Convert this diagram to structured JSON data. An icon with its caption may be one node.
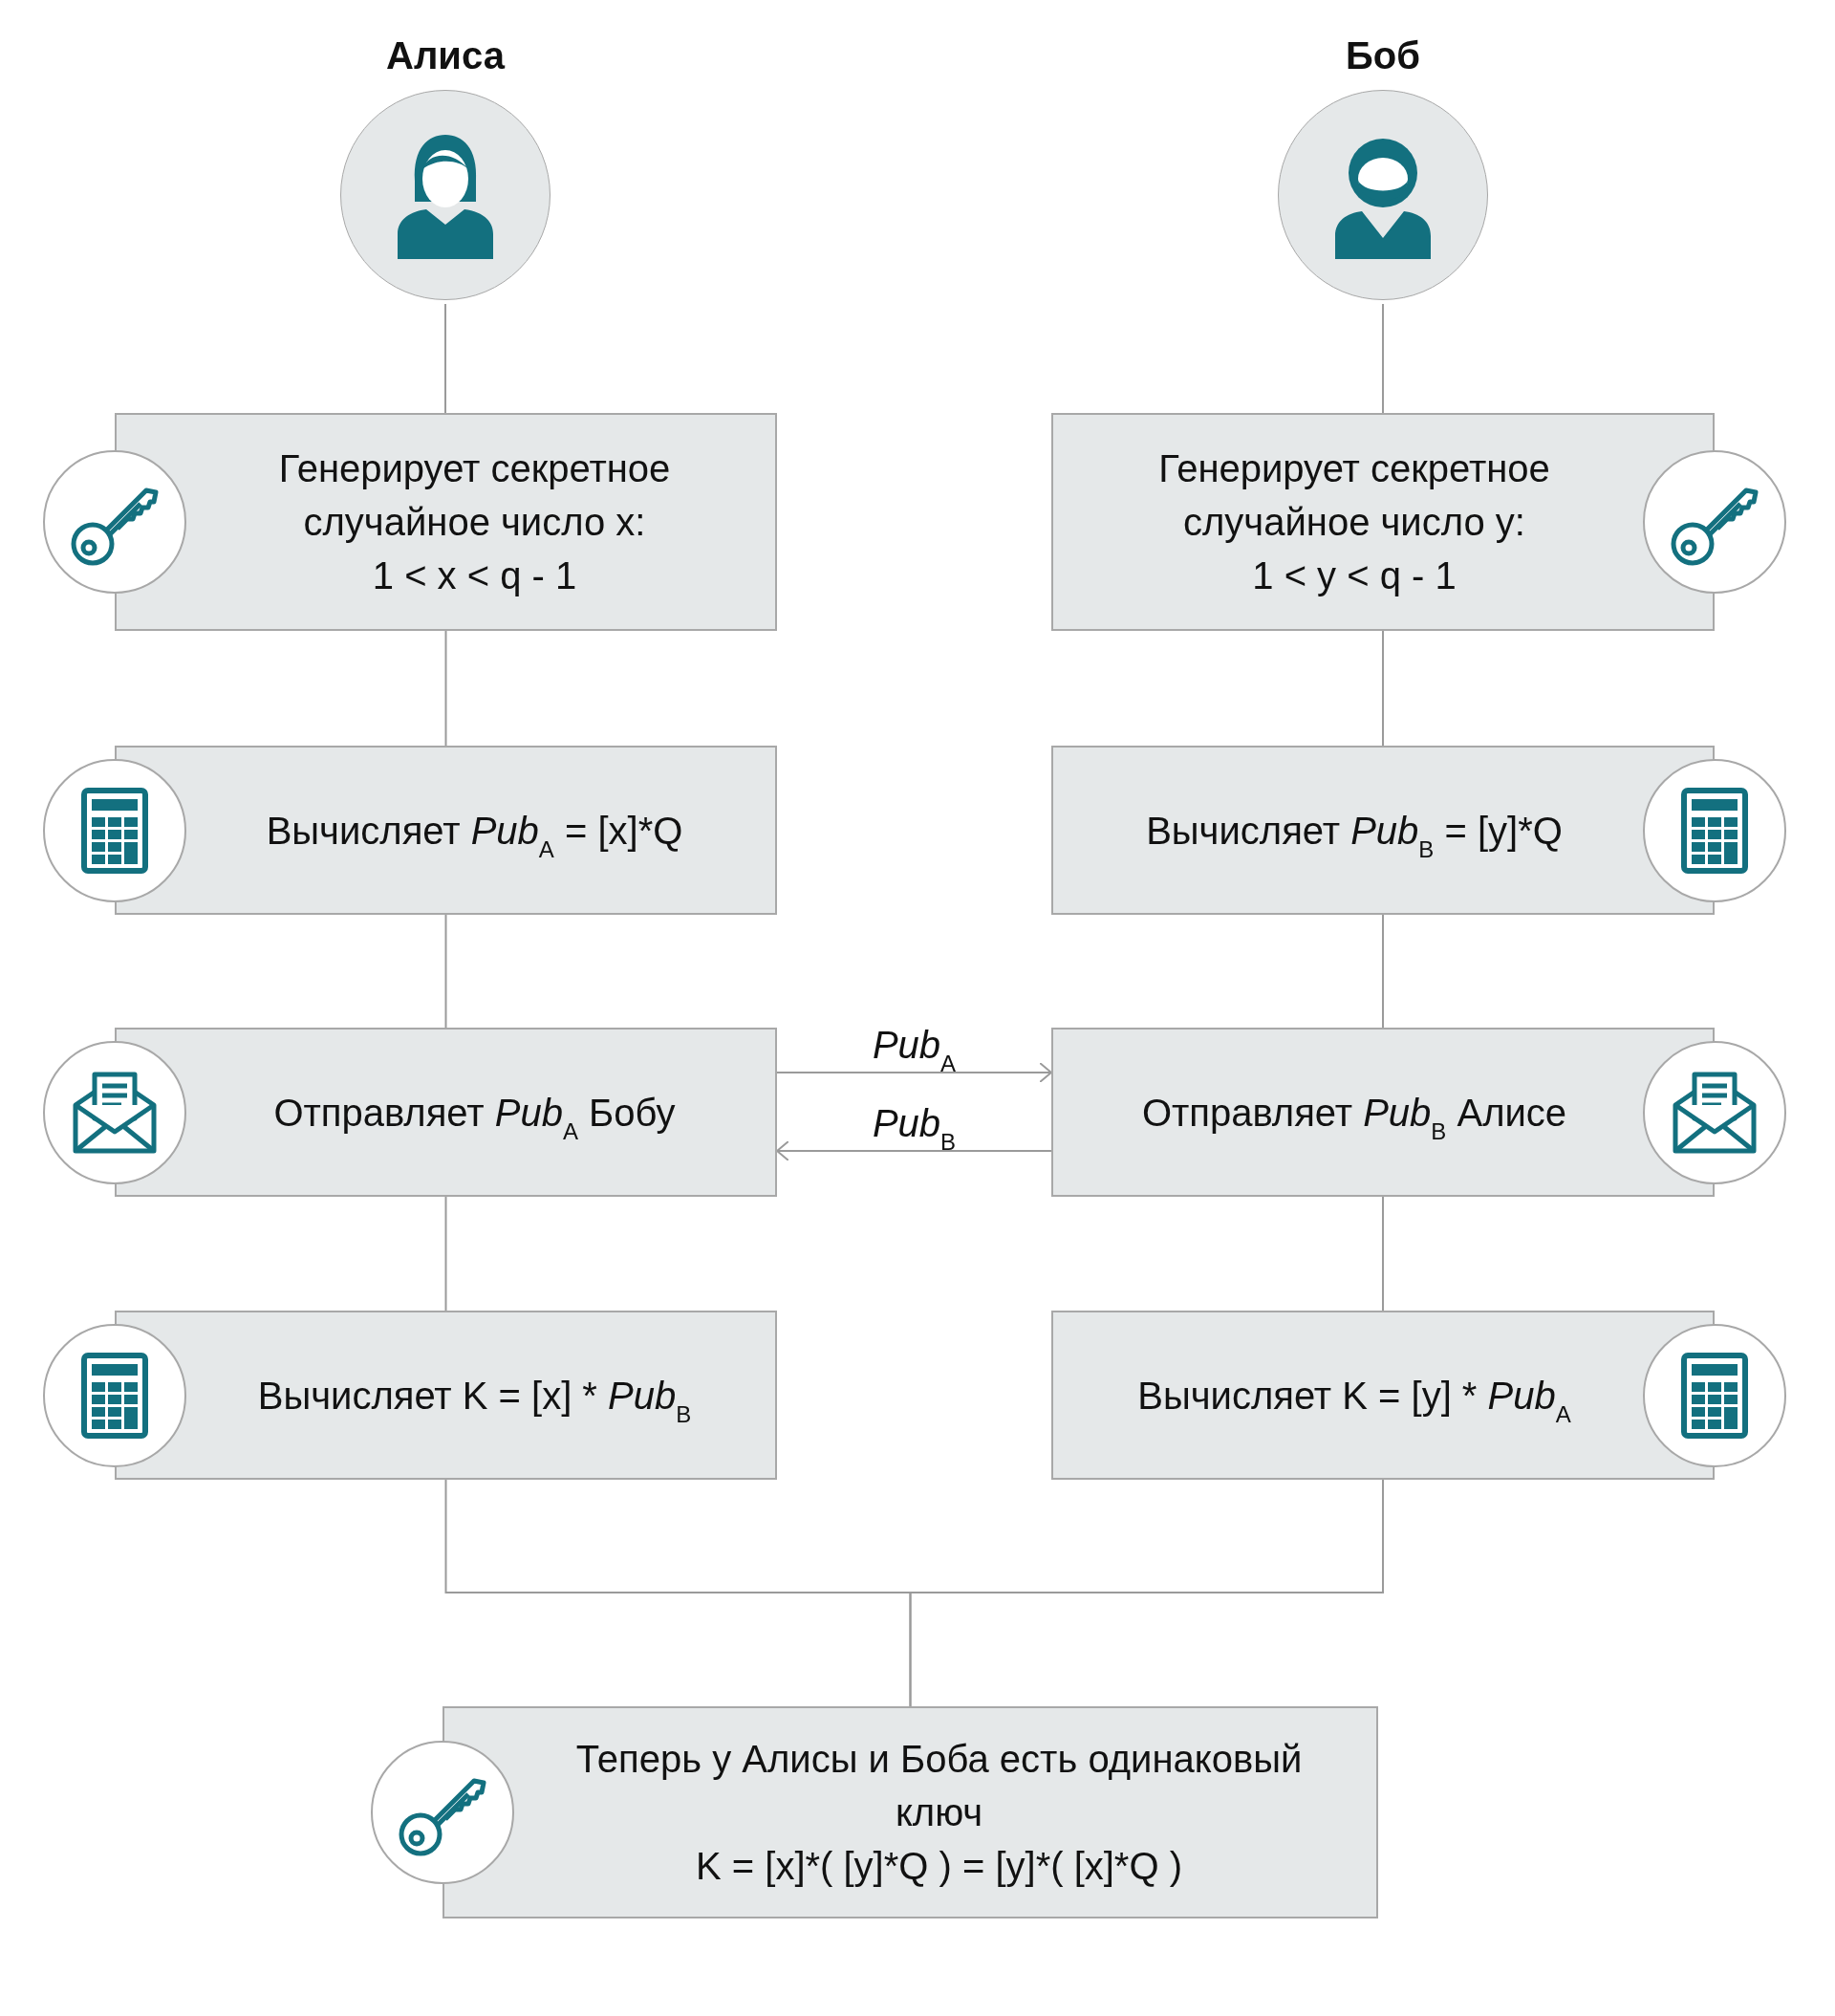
{
  "diagram": {
    "nodes": [
      {
        "text": [
          "Алиса"
        ]
      },
      {
        "text": [
          "Боб"
        ]
      },
      {
        "text": [
          "Генерирует секретное случайное число x:",
          "1  <  x  <  q - 1"
        ]
      },
      {
        "text": [
          "Генерирует секретное случайное число y:",
          "1  <  y  <  q - 1"
        ]
      },
      {
        "text": [
          "Вычисляет *Pub*$_{A}$ = [x]*Q"
        ]
      },
      {
        "text": [
          "Вычисляет *Pub*$_{B}$ = [y]*Q"
        ]
      },
      {
        "text": [
          "Отправляет *Pub*$_{A}$ Бобу"
        ]
      },
      {
        "text": [
          "Отправляет *Pub*$_{B}$ Алисе"
        ]
      },
      {
        "text": [
          "Вычисляет  K  =  [x] * *Pub*$_{B}$"
        ]
      },
      {
        "text": [
          "Вычисляет  K  =  [y] * *Pub*$_{A}$"
        ]
      },
      {
        "text": [
          "Теперь у Алисы и Боба есть одинаковый ключ",
          "K = [x]*( [y]*Q ) = [y]*( [x]*Q )"
        ]
      }
    ],
    "edges": [
      {
        "from": 0,
        "to": 2,
        "arrow": "none"
      },
      {
        "from": 2,
        "to": 4,
        "arrow": "none"
      },
      {
        "from": 4,
        "to": 6,
        "arrow": "none"
      },
      {
        "from": 6,
        "to": 8,
        "arrow": "none"
      },
      {
        "from": 1,
        "to": 3,
        "arrow": "none"
      },
      {
        "from": 3,
        "to": 5,
        "arrow": "none"
      },
      {
        "from": 5,
        "to": 7,
        "arrow": "none"
      },
      {
        "from": 7,
        "to": 9,
        "arrow": "none"
      },
      {
        "from": 6,
        "to": 7,
        "arrow": "to",
        "label": "*Pub*$_{A}$"
      },
      {
        "from": 7,
        "to": 6,
        "arrow": "to",
        "label": "*Pub*$_{B}$"
      },
      {
        "from": 8,
        "to": 10,
        "arrow": "none"
      },
      {
        "from": 9,
        "to": 10,
        "arrow": "none"
      }
    ]
  }
}
